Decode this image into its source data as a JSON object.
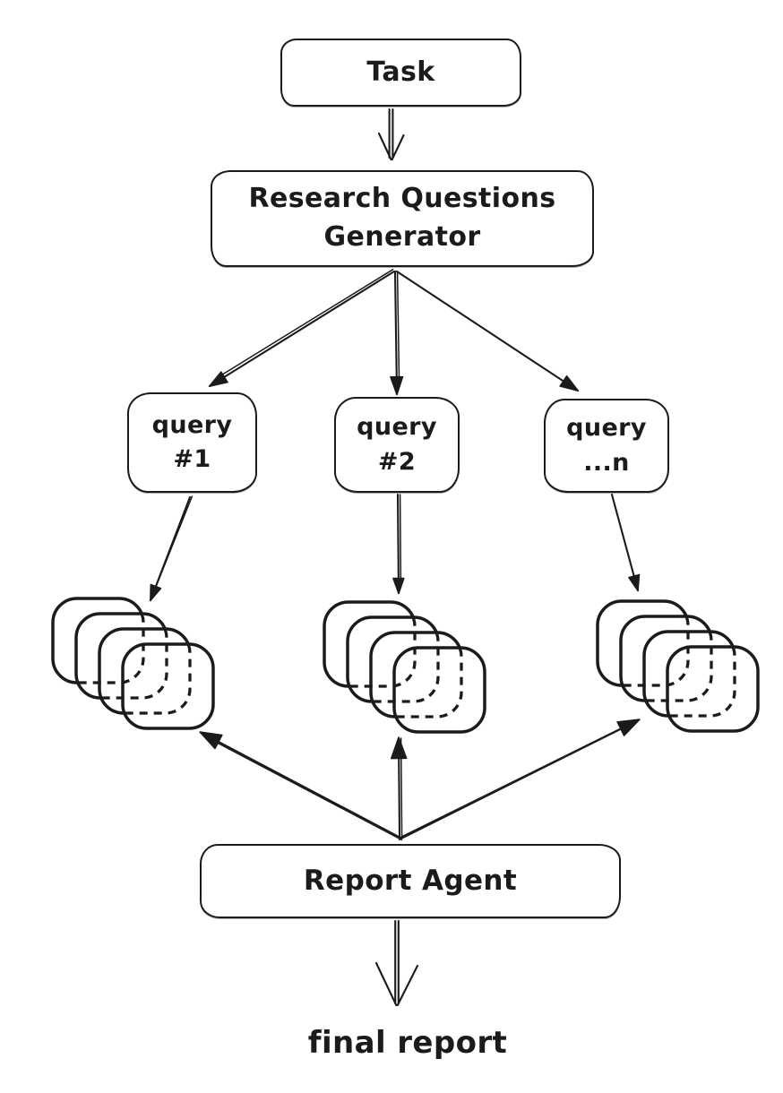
{
  "colors": {
    "ink": "#1b1b1b",
    "background": "#ffffff"
  },
  "diagram": {
    "task": {
      "label": "Task"
    },
    "generator": {
      "line1": "Research Questions",
      "line2": "Generator"
    },
    "queries": [
      {
        "line1": "query",
        "line2": "#1"
      },
      {
        "line1": "query",
        "line2": "#2"
      },
      {
        "line1": "query",
        "line2": "...n"
      }
    ],
    "report": {
      "label": "Report Agent"
    },
    "final_report": {
      "label": "final report"
    },
    "stacks": [
      {
        "icon": "documents-stack"
      },
      {
        "icon": "documents-stack"
      },
      {
        "icon": "documents-stack"
      }
    ],
    "connectors": [
      {
        "from": "task",
        "to": "research-questions-generator",
        "style": "open-arrow"
      },
      {
        "from": "research-questions-generator",
        "to": "query-1",
        "style": "filled-arrow"
      },
      {
        "from": "research-questions-generator",
        "to": "query-2",
        "style": "filled-arrow"
      },
      {
        "from": "research-questions-generator",
        "to": "query-3",
        "style": "filled-arrow"
      },
      {
        "from": "query-1",
        "to": "documents-stack-1",
        "style": "filled-arrow"
      },
      {
        "from": "query-2",
        "to": "documents-stack-2",
        "style": "filled-arrow"
      },
      {
        "from": "query-3",
        "to": "documents-stack-3",
        "style": "filled-arrow"
      },
      {
        "from": "report-agent",
        "to": "documents-stack-1",
        "style": "filled-arrow"
      },
      {
        "from": "report-agent",
        "to": "documents-stack-2",
        "style": "filled-arrow"
      },
      {
        "from": "report-agent",
        "to": "documents-stack-3",
        "style": "filled-arrow"
      },
      {
        "from": "report-agent",
        "to": "final-report",
        "style": "open-arrow"
      }
    ]
  }
}
